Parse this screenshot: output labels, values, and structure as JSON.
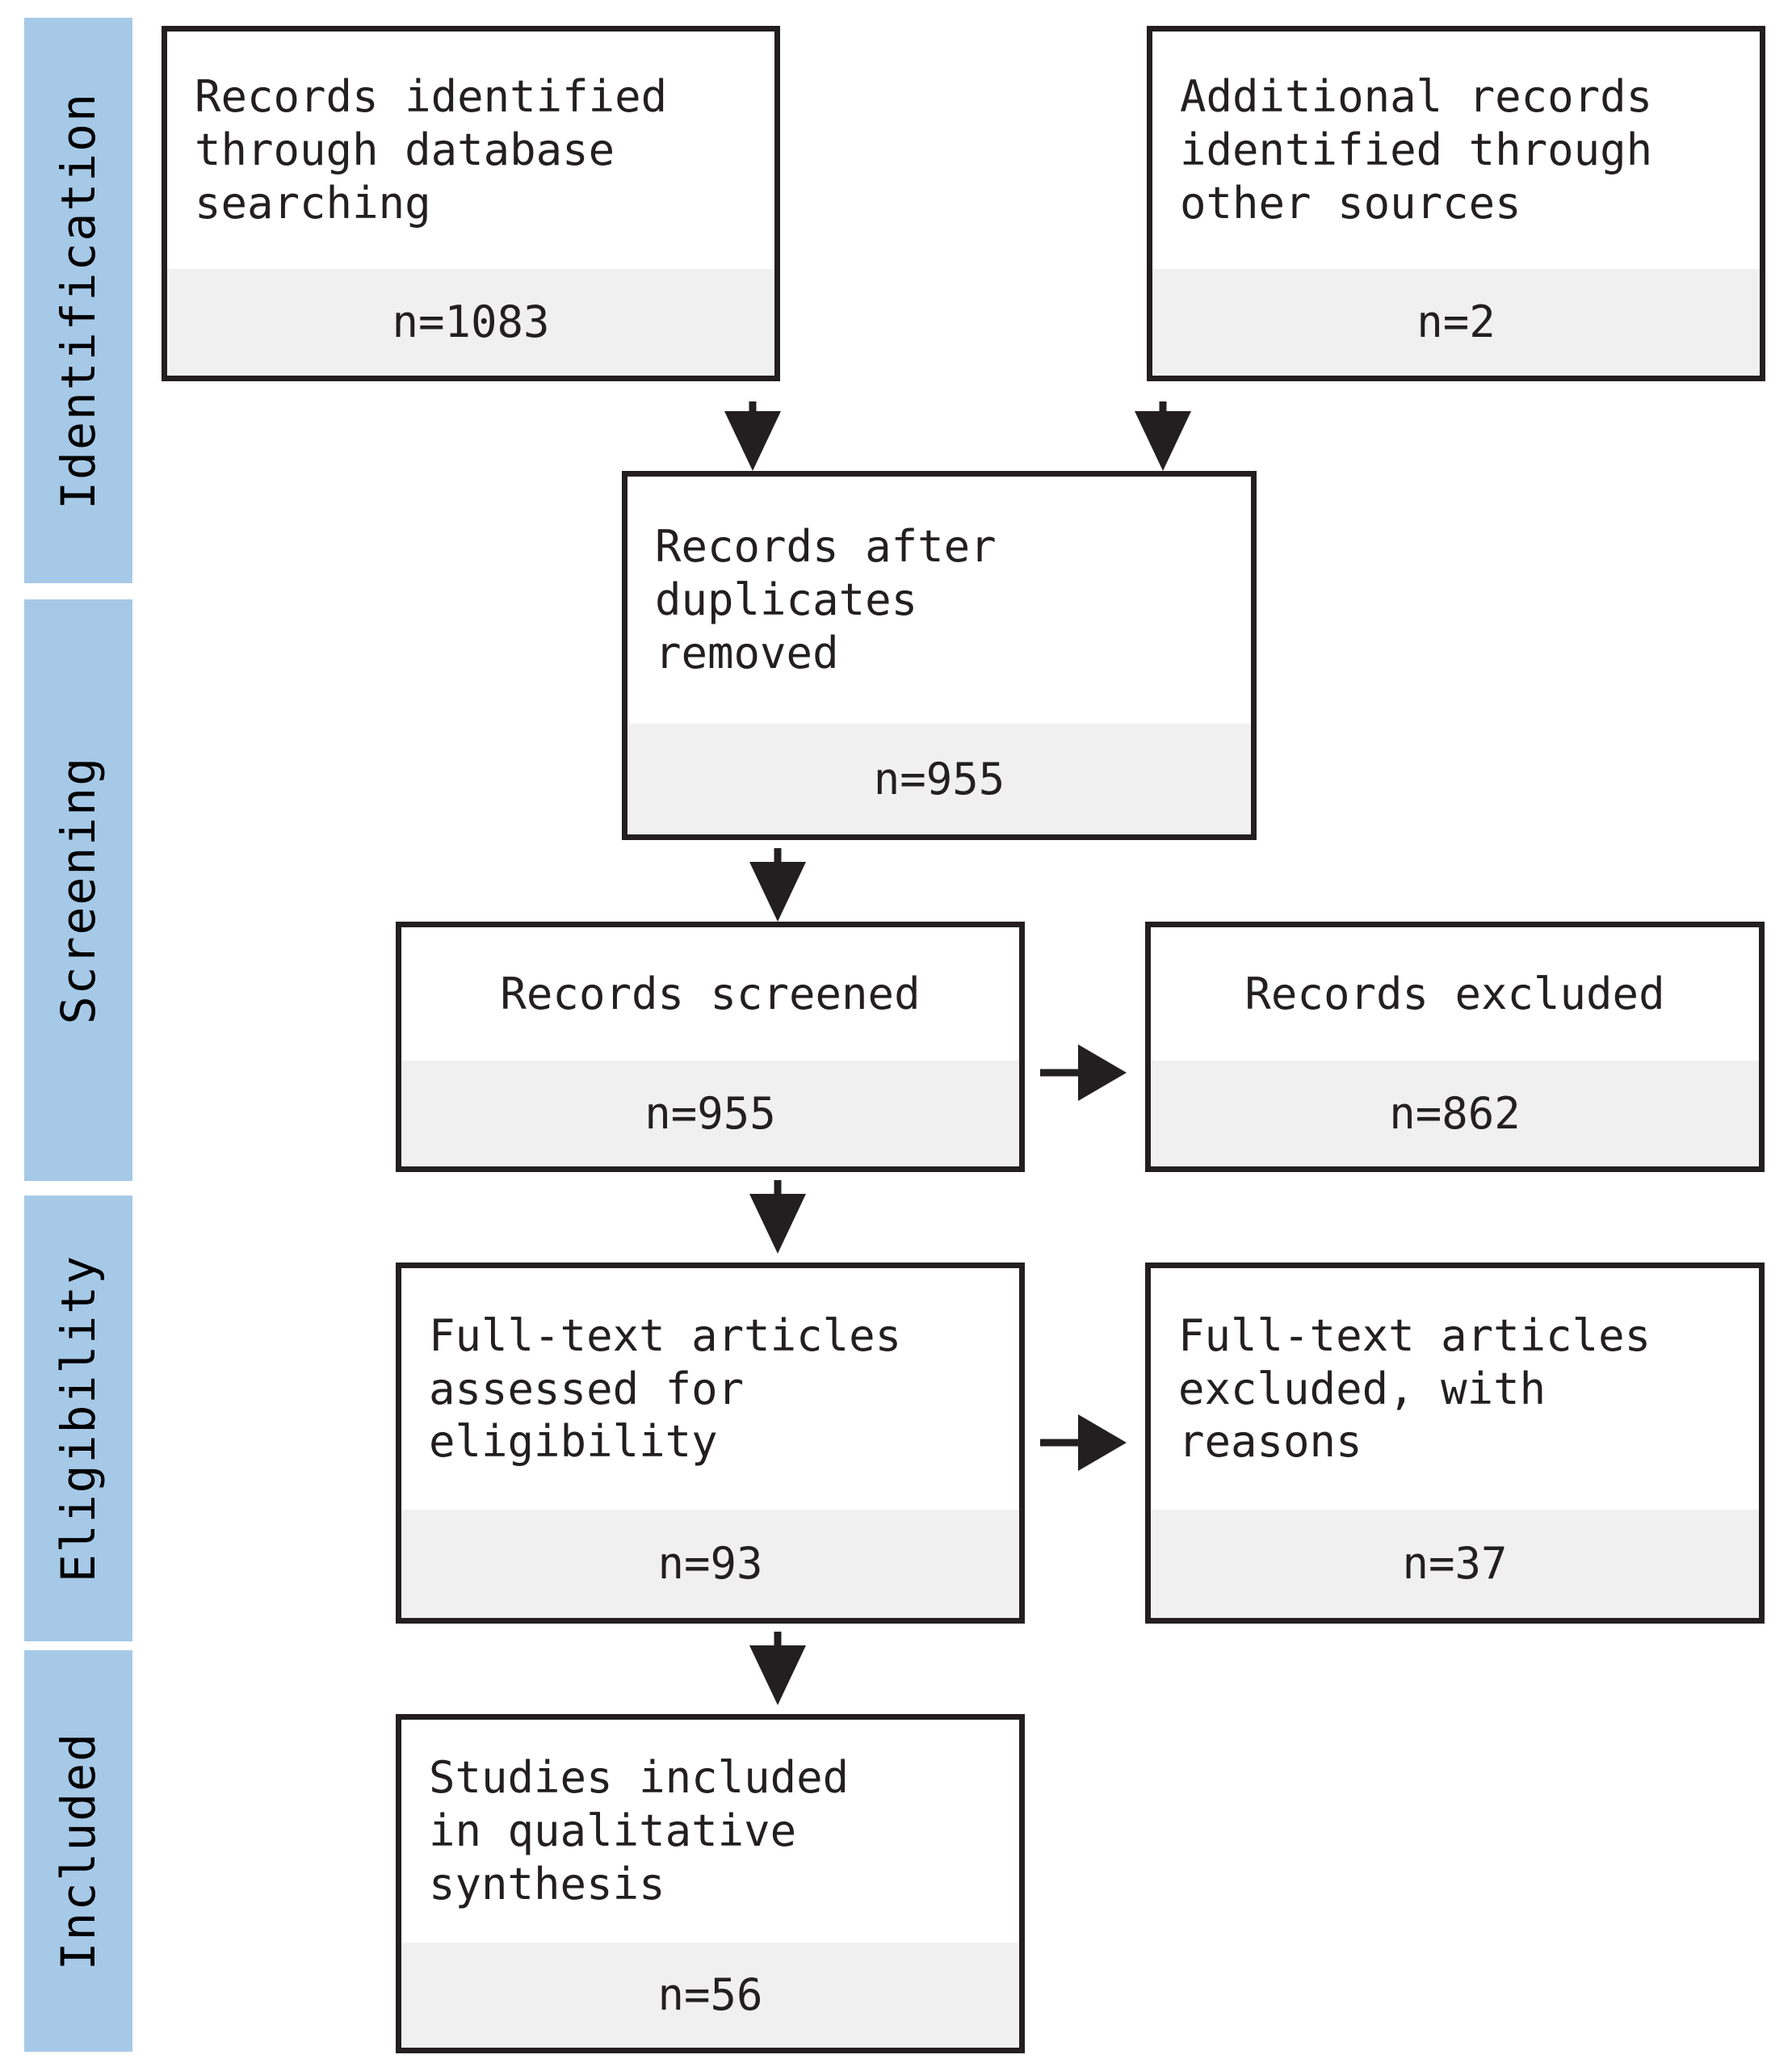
{
  "diagram": {
    "type": "prisma-flow-diagram",
    "accent_color": "#a6c9e8",
    "box_border_color": "#231f20",
    "count_band_color": "#f0f0f0"
  },
  "stages": [
    {
      "label": "Identification"
    },
    {
      "label": "Screening"
    },
    {
      "label": "Eligibility"
    },
    {
      "label": "Included"
    }
  ],
  "boxes": {
    "records_identified": {
      "title": "Records identified\nthrough database\nsearching",
      "count": "n=1083"
    },
    "additional_records": {
      "title": "Additional records\nidentified through\nother sources",
      "count": "n=2"
    },
    "after_duplicates": {
      "title": "Records after\nduplicates\nremoved",
      "count": "n=955"
    },
    "records_screened": {
      "title": "Records screened",
      "count": "n=955"
    },
    "records_excluded": {
      "title": "Records excluded",
      "count": "n=862"
    },
    "fulltext_assessed": {
      "title": "Full-text articles\nassessed for\neligibility",
      "count": "n=93"
    },
    "fulltext_excluded": {
      "title": "Full-text articles\nexcluded, with\nreasons",
      "count": "n=37"
    },
    "studies_included": {
      "title": "Studies included\nin qualitative\nsynthesis",
      "count": "n=56"
    }
  }
}
